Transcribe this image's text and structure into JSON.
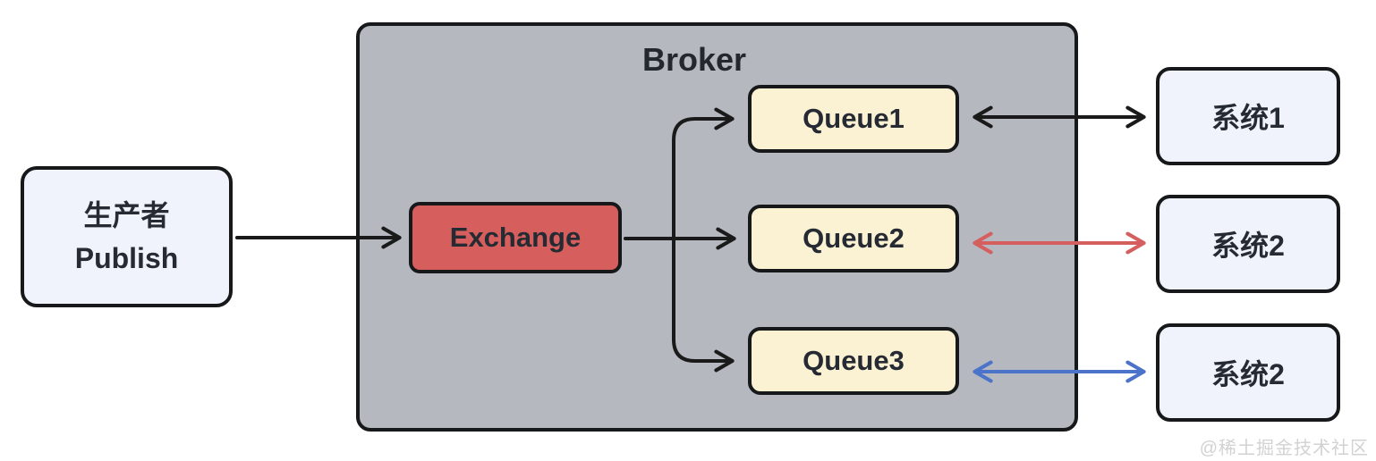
{
  "diagram": {
    "broker_title": "Broker",
    "nodes": {
      "producer": {
        "line1": "生产者",
        "line2": "Publish"
      },
      "exchange": {
        "label": "Exchange"
      },
      "queue1": {
        "label": "Queue1"
      },
      "queue2": {
        "label": "Queue2"
      },
      "queue3": {
        "label": "Queue3"
      },
      "system1": {
        "label": "系统1"
      },
      "system2": {
        "label": "系统2"
      },
      "system3": {
        "label": "系统2"
      }
    },
    "edges": [
      {
        "from": "producer",
        "to": "exchange",
        "direction": "one-way",
        "color": "#1a1a1a"
      },
      {
        "from": "exchange",
        "to": "queue1",
        "direction": "one-way",
        "color": "#1a1a1a"
      },
      {
        "from": "exchange",
        "to": "queue2",
        "direction": "one-way",
        "color": "#1a1a1a"
      },
      {
        "from": "exchange",
        "to": "queue3",
        "direction": "one-way",
        "color": "#1a1a1a"
      },
      {
        "from": "queue1",
        "to": "system1",
        "direction": "two-way",
        "color": "#1a1a1a"
      },
      {
        "from": "queue2",
        "to": "system2",
        "direction": "two-way",
        "color": "#d45f5e"
      },
      {
        "from": "queue3",
        "to": "system3",
        "direction": "two-way",
        "color": "#4a73c9"
      }
    ],
    "colors": {
      "arrow_black": "#1a1a1a",
      "arrow_red": "#d45f5e",
      "arrow_blue": "#4a73c9",
      "exchange_fill": "#d65f5e",
      "queue_fill": "#fbf1d3",
      "broker_fill": "#b5b8bf",
      "endpoint_fill": "#f0f3fc",
      "border": "#17181a"
    },
    "watermark": "@稀土掘金技术社区"
  }
}
